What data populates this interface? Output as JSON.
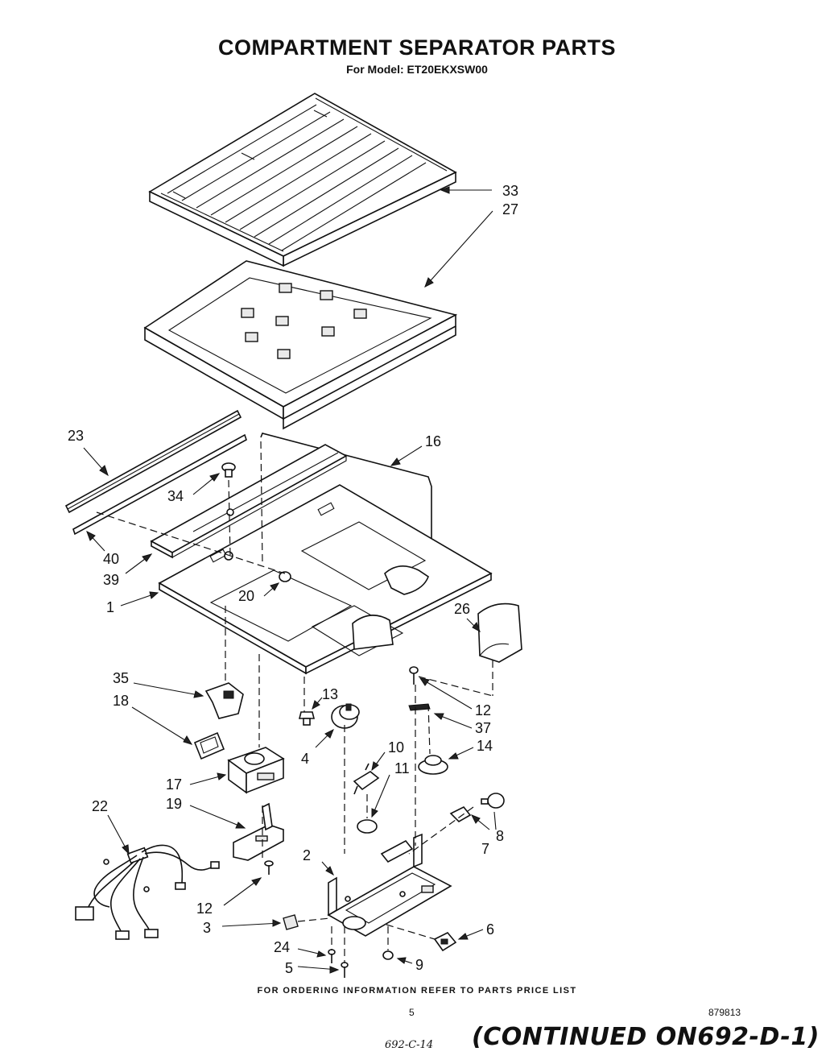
{
  "title": "COMPARTMENT SEPARATOR  PARTS",
  "subtitle": "For Model: ET20EKXSW00",
  "footer_note": "FOR ORDERING INFORMATION REFER TO PARTS PRICE LIST",
  "page_number": "5",
  "document_number": "879813",
  "handwritten_reference": "692-C-14",
  "continued_note": "(CONTINUED ON692-D-1)",
  "callouts": {
    "c33": "33",
    "c27": "27",
    "c23": "23",
    "c16": "16",
    "c34": "34",
    "c40": "40",
    "c39": "39",
    "c20": "20",
    "c1": "1",
    "c26": "26",
    "c35": "35",
    "c18": "18",
    "c13": "13",
    "c12a": "12",
    "c37": "37",
    "c14": "14",
    "c4": "4",
    "c10": "10",
    "c11": "11",
    "c17": "17",
    "c19": "19",
    "c22": "22",
    "c8": "8",
    "c7": "7",
    "c2": "2",
    "c12b": "12",
    "c3": "3",
    "c6": "6",
    "c24": "24",
    "c9": "9",
    "c5": "5"
  }
}
